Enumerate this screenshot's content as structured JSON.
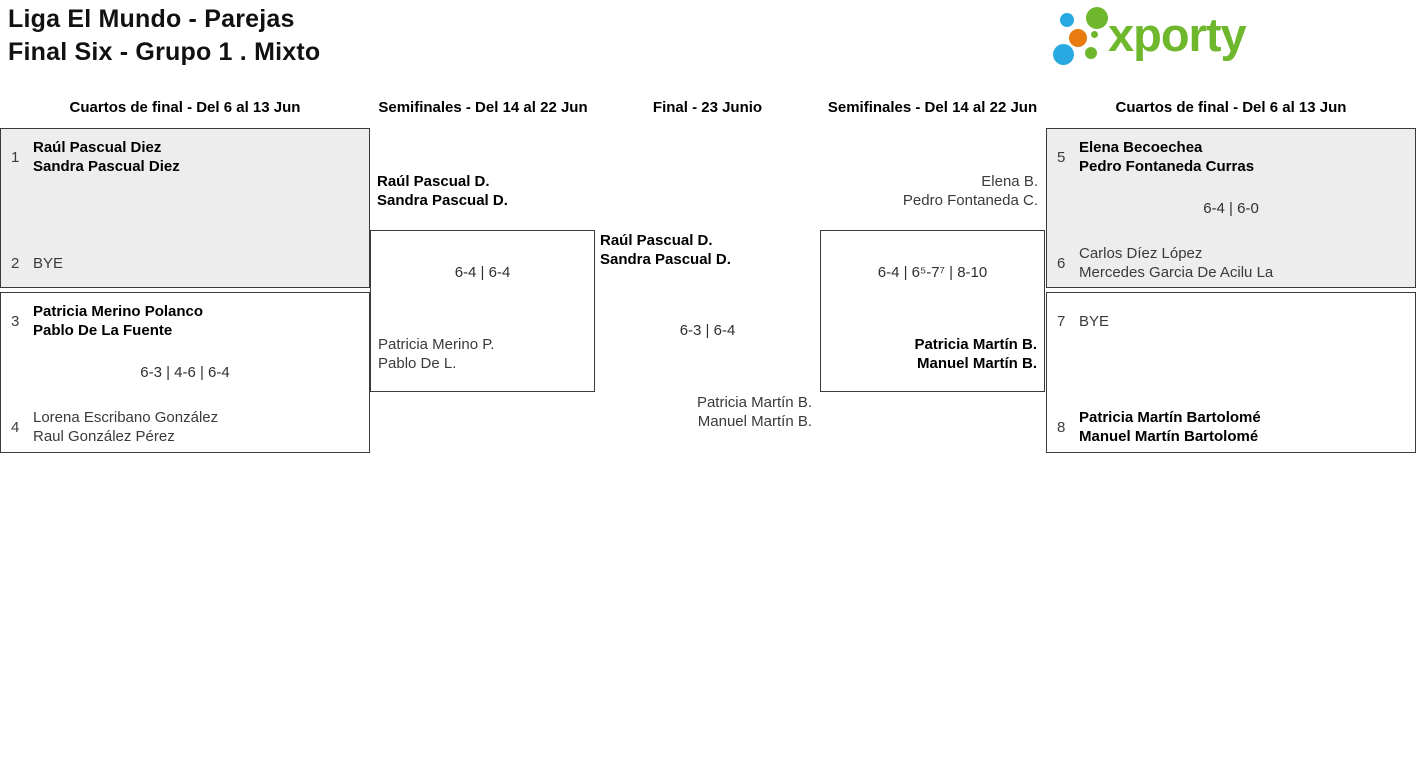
{
  "page": {
    "title_line1": "Liga El Mundo - Parejas",
    "title_line2": "Final Six - Grupo 1 . Mixto"
  },
  "logo": {
    "text": "xporty",
    "colors": {
      "green": "#6fb82e",
      "blue": "#29a9e1",
      "orange": "#e87a10"
    }
  },
  "round_headers": {
    "qf_left": "Cuartos de final - Del 6 al 13 Jun",
    "sf_left": "Semifinales - Del 14 al 22 Jun",
    "final": "Final - 23 Junio",
    "sf_right": "Semifinales - Del 14 al 22 Jun",
    "qf_right": "Cuartos de final - Del 6 al 13 Jun"
  },
  "matches": {
    "qf_left_top": {
      "seed_a": "1",
      "team_a_p1": "Raúl Pascual Diez",
      "team_a_p2": "Sandra Pascual Diez",
      "seed_b": "2",
      "team_b_p1": "BYE"
    },
    "qf_left_bottom": {
      "seed_a": "3",
      "team_a_p1": "Patricia Merino Polanco",
      "team_a_p2": "Pablo De La Fuente",
      "score": "6-3 | 4-6 | 6-4",
      "seed_b": "4",
      "team_b_p1": "Lorena Escribano González",
      "team_b_p2": "Raul González Pérez"
    },
    "sf_left": {
      "team_a_p1": "Raúl Pascual D.",
      "team_a_p2": "Sandra Pascual D.",
      "score": "6-4 | 6-4",
      "team_b_p1": "Patricia Merino P.",
      "team_b_p2": "Pablo De L."
    },
    "final": {
      "team_a_p1": "Raúl Pascual D.",
      "team_a_p2": "Sandra Pascual D.",
      "score": "6-3 | 6-4",
      "team_b_p1": "Patricia Martín B.",
      "team_b_p2": "Manuel Martín B."
    },
    "sf_right": {
      "team_a_p1": "Elena B.",
      "team_a_p2": "Pedro Fontaneda C.",
      "score": "6-4 | 6⁵-7⁷ | 8-10",
      "team_b_p1": "Patricia Martín B.",
      "team_b_p2": "Manuel Martín B."
    },
    "qf_right_top": {
      "seed_a": "5",
      "team_a_p1": "Elena Becoechea",
      "team_a_p2": "Pedro Fontaneda Curras",
      "score": "6-4 | 6-0",
      "seed_b": "6",
      "team_b_p1": "Carlos Díez López",
      "team_b_p2": "Mercedes Garcia De Acilu La"
    },
    "qf_right_bottom": {
      "seed_a": "7",
      "team_a_p1": "BYE",
      "seed_b": "8",
      "team_b_p1": "Patricia Martín Bartolomé",
      "team_b_p2": "Manuel Martín Bartolomé"
    }
  },
  "colors": {
    "box_shaded_bg": "#ededed",
    "box_border": "#3a3a3a",
    "winner_text": "#000000",
    "regular_text": "#3a3a3a"
  }
}
